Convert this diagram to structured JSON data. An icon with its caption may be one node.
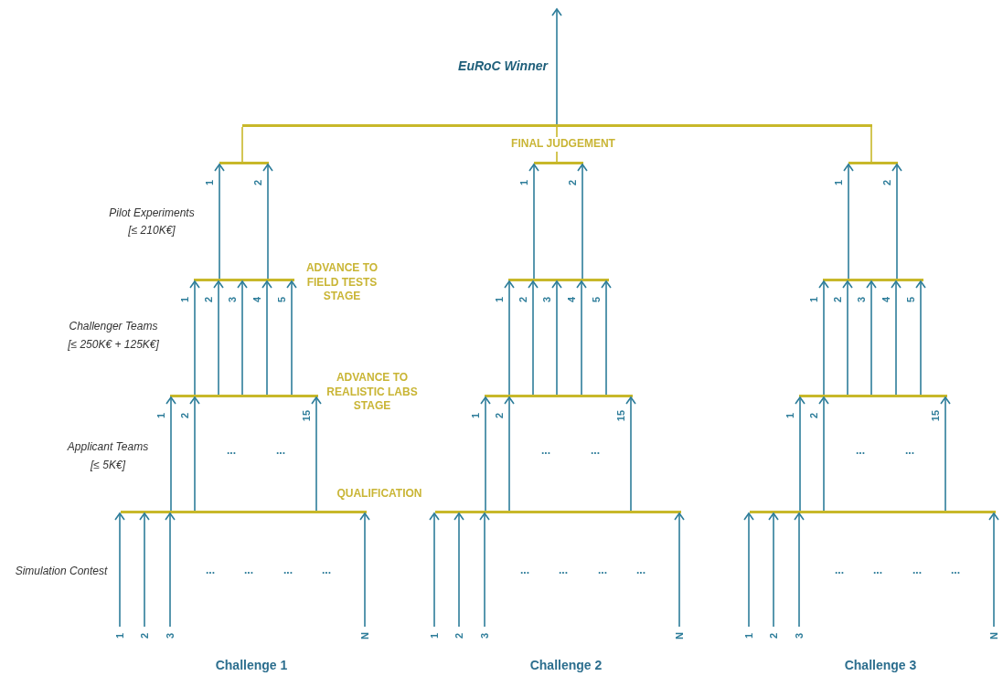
{
  "diagram": {
    "nodes": [
      {
        "text": [],
        "shape": "bar",
        "beside": [
          "FINAL JUDGEMENT"
        ]
      },
      {
        "text": [],
        "shape": "bar"
      },
      {
        "text": [],
        "shape": "bar",
        "beside": [
          "ADVANCE TO FIELD TESTS STAGE"
        ]
      },
      {
        "text": [],
        "shape": "bar",
        "beside": [
          "ADVANCE TO REALISTIC LABS STAGE"
        ]
      },
      {
        "text": [],
        "shape": "bar",
        "beside": [
          "QUALIFICATION"
        ]
      },
      {
        "text": [],
        "shape": "bar"
      },
      {
        "text": [],
        "shape": "bar"
      },
      {
        "text": [],
        "shape": "bar"
      },
      {
        "text": [],
        "shape": "bar"
      },
      {
        "text": [],
        "shape": "bar"
      },
      {
        "text": [],
        "shape": "bar"
      },
      {
        "text": [],
        "shape": "bar"
      },
      {
        "text": [],
        "shape": "bar"
      }
    ],
    "edges": [
      {
        "from": null,
        "to": 4,
        "arrow": "to",
        "label": "1"
      },
      {
        "from": null,
        "to": 4,
        "arrow": "to",
        "label": "2"
      },
      {
        "from": null,
        "to": 4,
        "arrow": "to",
        "label": "3"
      },
      {
        "from": null,
        "to": 4,
        "arrow": "to",
        "label": "N"
      },
      {
        "from": 4,
        "to": 3,
        "arrow": "to",
        "label": "1"
      },
      {
        "from": 4,
        "to": 3,
        "arrow": "to",
        "label": "2"
      },
      {
        "from": 4,
        "to": 3,
        "arrow": "to",
        "label": "15"
      },
      {
        "from": 3,
        "to": 2,
        "arrow": "to",
        "label": "1"
      },
      {
        "from": 3,
        "to": 2,
        "arrow": "to",
        "label": "2"
      },
      {
        "from": 3,
        "to": 2,
        "arrow": "to",
        "label": "3"
      },
      {
        "from": 3,
        "to": 2,
        "arrow": "to",
        "label": "4"
      },
      {
        "from": 3,
        "to": 2,
        "arrow": "to",
        "label": "5"
      },
      {
        "from": 2,
        "to": 1,
        "arrow": "to",
        "label": "1"
      },
      {
        "from": 2,
        "to": 1,
        "arrow": "to",
        "label": "2"
      },
      {
        "from": 1,
        "to": 0,
        "arrow": "none",
        "color": "#c8b82a"
      },
      {
        "from": null,
        "to": 8,
        "arrow": "to",
        "label": "1"
      },
      {
        "from": null,
        "to": 8,
        "arrow": "to",
        "label": "2"
      },
      {
        "from": null,
        "to": 8,
        "arrow": "to",
        "label": "3"
      },
      {
        "from": null,
        "to": 8,
        "arrow": "to",
        "label": "N"
      },
      {
        "from": 8,
        "to": 7,
        "arrow": "to",
        "label": "1"
      },
      {
        "from": 8,
        "to": 7,
        "arrow": "to",
        "label": "2"
      },
      {
        "from": 8,
        "to": 7,
        "arrow": "to",
        "label": "15"
      },
      {
        "from": 7,
        "to": 6,
        "arrow": "to",
        "label": "1"
      },
      {
        "from": 7,
        "to": 6,
        "arrow": "to",
        "label": "2"
      },
      {
        "from": 7,
        "to": 6,
        "arrow": "to",
        "label": "3"
      },
      {
        "from": 7,
        "to": 6,
        "arrow": "to",
        "label": "4"
      },
      {
        "from": 7,
        "to": 6,
        "arrow": "to",
        "label": "5"
      },
      {
        "from": 6,
        "to": 5,
        "arrow": "to",
        "label": "1"
      },
      {
        "from": 6,
        "to": 5,
        "arrow": "to",
        "label": "2"
      },
      {
        "from": 5,
        "to": 0,
        "arrow": "none",
        "color": "#c8b82a"
      },
      {
        "from": null,
        "to": 12,
        "arrow": "to",
        "label": "1"
      },
      {
        "from": null,
        "to": 12,
        "arrow": "to",
        "label": "2"
      },
      {
        "from": null,
        "to": 12,
        "arrow": "to",
        "label": "3"
      },
      {
        "from": null,
        "to": 12,
        "arrow": "to",
        "label": "N"
      },
      {
        "from": 12,
        "to": 11,
        "arrow": "to",
        "label": "1"
      },
      {
        "from": 12,
        "to": 11,
        "arrow": "to",
        "label": "2"
      },
      {
        "from": 12,
        "to": 11,
        "arrow": "to",
        "label": "15"
      },
      {
        "from": 11,
        "to": 10,
        "arrow": "to",
        "label": "1"
      },
      {
        "from": 11,
        "to": 10,
        "arrow": "to",
        "label": "2"
      },
      {
        "from": 11,
        "to": 10,
        "arrow": "to",
        "label": "3"
      },
      {
        "from": 11,
        "to": 10,
        "arrow": "to",
        "label": "4"
      },
      {
        "from": 11,
        "to": 10,
        "arrow": "to",
        "label": "5"
      },
      {
        "from": 10,
        "to": 9,
        "arrow": "to",
        "label": "1"
      },
      {
        "from": 10,
        "to": 9,
        "arrow": "to",
        "label": "2"
      },
      {
        "from": 9,
        "to": 0,
        "arrow": "none",
        "color": "#c8b82a"
      },
      {
        "from": 0,
        "to": null,
        "arrow": "to"
      }
    ],
    "labels": [
      "EuRoC Winner",
      "Pilot Experiments",
      "[≤ 210K€]",
      "Challenger Teams",
      "[≤ 250K€ + 125K€]",
      "Applicant Teams",
      "[≤ 5K€]",
      "Simulation Contest",
      "...",
      "...",
      "...",
      "...",
      "...",
      "...",
      "...",
      "...",
      "...",
      "...",
      "...",
      "...",
      "...",
      "...",
      "...",
      "...",
      "...",
      "...",
      "Challenge 1",
      "Challenge 2",
      "Challenge 3"
    ]
  }
}
